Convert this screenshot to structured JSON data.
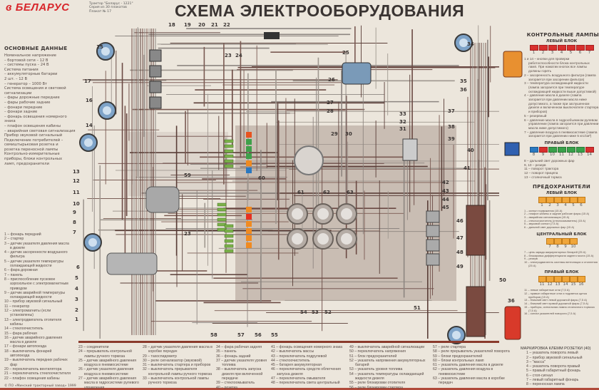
{
  "header": {
    "logo": "БЕЛАРУС",
    "info": [
      "Трактор \"Беларус - 1221\"",
      "Серия из 30 плакатов",
      "Плакат № 17"
    ],
    "title": "СХЕМА ЭЛЕКТРООБОРУДОВАНИЯ"
  },
  "main_data": {
    "heading": "ОСНОВНЫЕ ДАННЫЕ",
    "lines": [
      "Номинальное напряжение",
      "– бортовой сети – 12 В",
      "– системы пуска – 24 В",
      "Система питания",
      "– аккумуляторные батареи",
      "2 шт. – 12 В",
      "– генератор – 1000 Вт",
      "Система освещения и световой сигнализации",
      "– фары дорожные передние",
      "– фары рабочие задние",
      "– фонари передние",
      "– фонари задние",
      "– фонарь освещения номерного знака",
      "– плафон освещения кабины",
      "– аварийная световая сигнализация",
      "Прибор звуковой сигнальный",
      "Подключение потребителей –",
      "семиштырьковая розетка и",
      "розетка переносной лампы",
      "Контрольно-измерительные",
      "приборы, блоки контрольных",
      "ламп, предохранители"
    ]
  },
  "legend_left": [
    "1 – фонарь передний",
    "2 – стартер",
    "3 – датчик указателя давления масла в дизеле",
    "4 – датчик засоренности воздушного фильтра",
    "5 – датчик указателя температуры охлаждающей жидкости",
    "6 – фара дорожная",
    "7 – панель",
    "8 – приспособление пусковое аэрозольное с электромагнитным приводом",
    "9 – датчик аварийной температуры охлаждающей жидкости",
    "10 – прибор звуковой сигнальный",
    "11 – генератор",
    "12 – электромагниты (если установлены)",
    "13 – электродвигатель отопителя кабины",
    "14 – стеклоочиститель",
    "15 – фара рабочая",
    "16 – датчик аварийного давления масла в дизеле",
    "17 – фонари автопоезда",
    "18 – выключатель фонарей автопоезда",
    "19 – выключатель передних рабочих фар",
    "20 – переключатель вентилятора",
    "21 – переключатель стеклоочистителя",
    "22 – плафон освещения кабины"
  ],
  "copyright": "© ПО «Минский тракторный завод» 1999",
  "legend_cols": [
    [
      "23 – соединители",
      "24 – прерыватель контрольной лампы ручного тормоза",
      "25 – датчик аварийного давления воздуха в пневмосистеме",
      "26 – датчик указателя давления воздуха в пневмосистеме",
      "27 – датчик аварийного давления масла в гидросистеме рулевого управления"
    ],
    [
      "28 – датчик указателя давления масла в коробке передач",
      "29 – тахоспидометр",
      "30 – реле сигнализатор (звуковой)",
      "31 – выключатель стартера и приборов",
      "32 – выключатель прерывателя контрольной лампы ручного тормоза",
      "33 – выключатель контрольной лампы ручного тормоза"
    ],
    [
      "34 – фара рабочая задняя",
      "35 – панель",
      "36 – фонарь задний",
      "37 – датчик указателя уровня топлива",
      "38 – выключатель запуска дизеля при включенной передаче",
      "39 – стеклоомыватель",
      "40 – розетка"
    ],
    [
      "41 – фонарь освещения номерного знака",
      "42 – выключатель массы",
      "43 – переключатель подрулевой",
      "44 – стеклоочиститель",
      "45 – батарея аккумуляторная",
      "46 – переключатель средств облегчения запуска дизеля",
      "47 – переключатель омывателя",
      "48 – переключатель света центральный"
    ],
    [
      "49 – выключатель аварийной сигнализации",
      "50 – переключатель напряжения",
      "51 – блок предохранителей",
      "52 – указатель напряжения аккумуляторных батарей",
      "53 – указатель уровня топлива",
      "54 – указатель температуры охлаждающей жидкости дизеля",
      "55 – реле блокировки отопителя",
      "56 – реле блокировки стартера"
    ],
    [
      "57 – реле стартера",
      "58 – реле прерыватель указателей поворота",
      "59 – блоки предохранителей",
      "60 – блоки контрольных ламп",
      "61 – указатель давления масла в дизеле",
      "62 – указатель давления воздуха в пневмосистеме",
      "63 – указатель давления масла в коробке передач"
    ]
  ],
  "socket": {
    "heading": "МАРКИРОВКА КЛЕММ РОЗЕТКИ (40)",
    "items": [
      "1 – указатель поворота левый",
      "2 – прибор звуковой сигнальный",
      "3 – \"масса\"",
      "4 – указатель поворота правый",
      "5 – правый габаритный фонарь",
      "6 – стоп-сигнал",
      "7 – левый габаритный фонарь",
      "8 – переносная лампа"
    ]
  },
  "control_lamps": {
    "heading": "КОНТРОЛЬНЫЕ ЛАМПЫ",
    "left_block": "ЛЕВЫЙ БЛОК",
    "left_nums": [
      "1",
      "2",
      "3",
      "4",
      "5",
      "6",
      "7"
    ],
    "left_desc": [
      "1 и 14 – кнопки для проверки работоспособности блока контрольных ламп. При нажатии кнопок все лампы должны гореть",
      "2 – засоренность воздушного фильтра (лампа загорается при засорении фильтра)",
      "3 – температура охлаждающей жидкости (лампа загорается при температуре охлаждающей жидкости выше допустимой)",
      "4 – давление масла в дизеле (лампа загорается при давлении масла ниже допустимого, а также при заглушенном дизеле и включенном выключателе стартера и приборов)",
      "5 – резервный",
      "6 – давление масла в гидрообъемном рулевом управлении (лампа загорается при давлении масла ниже допустимого)",
      "7 – давление воздуха в пневмосистеме (лампа загорается при давлении ниже 5 кгс/см²)"
    ],
    "right_block": "ПРАВЫЙ БЛОК",
    "right_nums": [
      "8",
      "9",
      "10",
      "11",
      "12",
      "13",
      "14"
    ],
    "right_desc": [
      "8 – дальний свет дорожных фар",
      "9, 10 – резерв",
      "11 – поворот трактора",
      "12 – поворот прицепа",
      "13 – стояночный тормоз"
    ]
  },
  "fuses": {
    "heading": "ПРЕДОХРАНИТЕЛИ",
    "left_block": "ЛЕВЫЙ БЛОК",
    "left_nums": [
      "1",
      "2",
      "3",
      "4",
      "5",
      "6"
    ],
    "left_desc": [
      "1 – сигнал торможения (15 А)",
      "2 – плафон кабины и задние рабочие фары (15 А)",
      "3 – аварийная сигнализация (15 А)",
      "4 – стеклоочиститель (стеклоомыватель) (15 А)",
      "5 – звуковой сигнал (7,5 А)",
      "6 – дальний свет дорожных фар (15 А)"
    ],
    "center_block": "ЦЕНТРАЛЬНЫЙ БЛОК",
    "center_nums": [
      "7",
      "8",
      "9",
      "10"
    ],
    "center_desc": [
      "7 – цепь заряда аккумуляторных батарей (25 А)",
      "8 – блокировка дифференциала заднего моста (15 А)",
      "9 – резерв",
      "10 – электродвигатель системы вентиляции и отопления (25 А)"
    ],
    "right_block": "ПРАВЫЙ БЛОК",
    "right_nums": [
      "11",
      "12",
      "13",
      "14",
      "15",
      "16"
    ],
    "right_desc": [
      "11 – левые габаритные огни (7,5 А)",
      "12 – правые габаритные огни и подсветка щитка приборов (15 А)",
      "13 – ближний свет левой дорожной фары (7,5 А)",
      "14 – ближний свет правой дорожной фары (7,5 А)",
      "15 – приборы, сигнальная лампа стояночного тормоза (7,5 А)",
      "16 – сигнал указателей поворота (7,5 А)"
    ]
  },
  "callouts": [
    "1",
    "2",
    "3",
    "4",
    "5",
    "6",
    "7",
    "8",
    "9",
    "10",
    "11",
    "12",
    "13",
    "14",
    "15",
    "16",
    "17",
    "18",
    "19",
    "20",
    "21",
    "22",
    "23",
    "24",
    "25",
    "26",
    "27",
    "28",
    "29",
    "30",
    "31",
    "32",
    "33",
    "34",
    "35",
    "36",
    "37",
    "38",
    "39",
    "40",
    "41",
    "42",
    "43",
    "44",
    "45",
    "46",
    "47",
    "48",
    "49",
    "50",
    "51",
    "52",
    "53",
    "54",
    "55",
    "56",
    "57",
    "58",
    "59",
    "60",
    "61",
    "62",
    "63",
    "36",
    "23"
  ],
  "colors": {
    "background": "#ece6dc",
    "panel": "#c9bdb3",
    "wire_dark": "#6b4a44",
    "wire_gray": "#8d8580",
    "accent_red": "#d8262b",
    "lamp_orange": "#f0a63a"
  }
}
